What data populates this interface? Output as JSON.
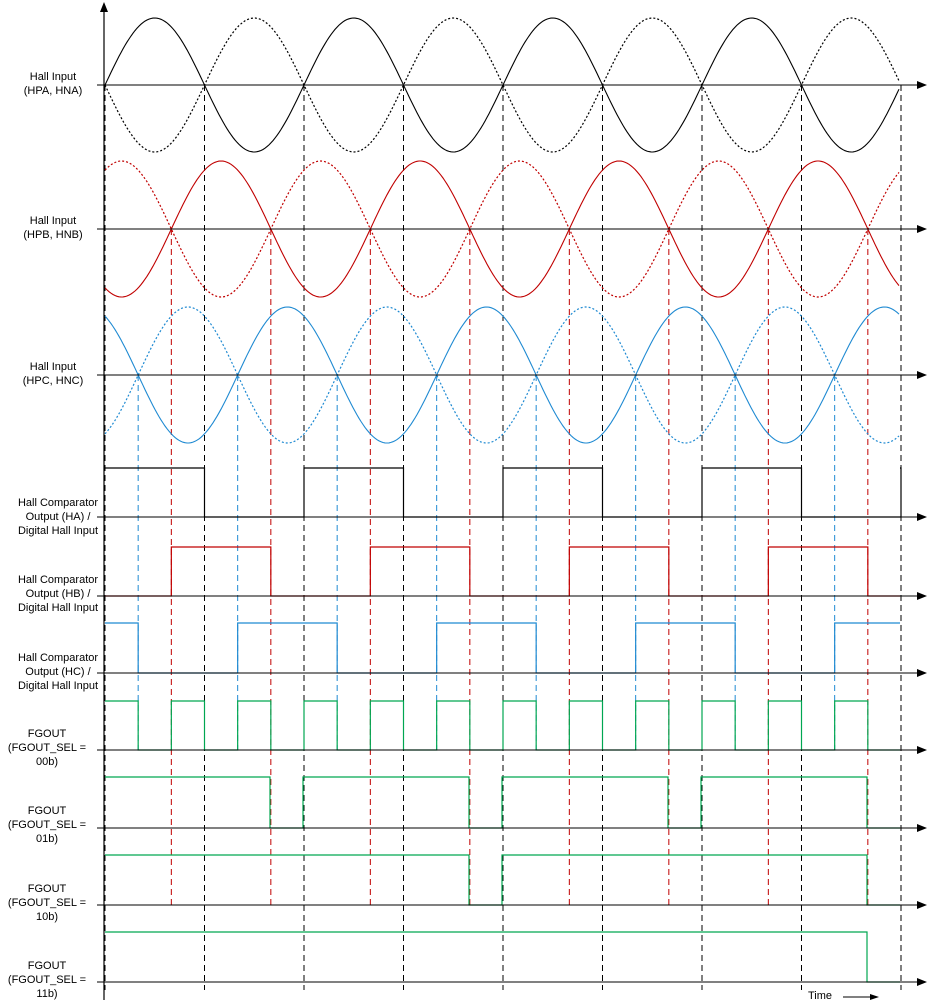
{
  "colors": {
    "black": "#000000",
    "red": "#c00000",
    "blue": "#1f8ad2",
    "green": "#00a651"
  },
  "labels": {
    "hall_a": [
      "Hall Input",
      "(HPA, HNA)"
    ],
    "hall_b": [
      "Hall Input",
      "(HPB, HNB)"
    ],
    "hall_c": [
      "Hall Input",
      "(HPC, HNC)"
    ],
    "ha": [
      "Hall Comparator",
      "Output (HA) /",
      "Digital Hall Input"
    ],
    "hb": [
      "Hall Comparator",
      "Output (HB) /",
      "Digital Hall Input"
    ],
    "hc": [
      "Hall Comparator",
      "Output (HC) /",
      "Digital Hall Input"
    ],
    "fg00": [
      "FGOUT",
      "(FGOUT_SEL =",
      "00b)"
    ],
    "fg01": [
      "FGOUT",
      "(FGOUT_SEL =",
      "01b)"
    ],
    "fg10": [
      "FGOUT",
      "(FGOUT_SEL =",
      "10b)"
    ],
    "fg11": [
      "FGOUT",
      "(FGOUT_SEL =",
      "11b)"
    ]
  },
  "time_label": "Time"
}
